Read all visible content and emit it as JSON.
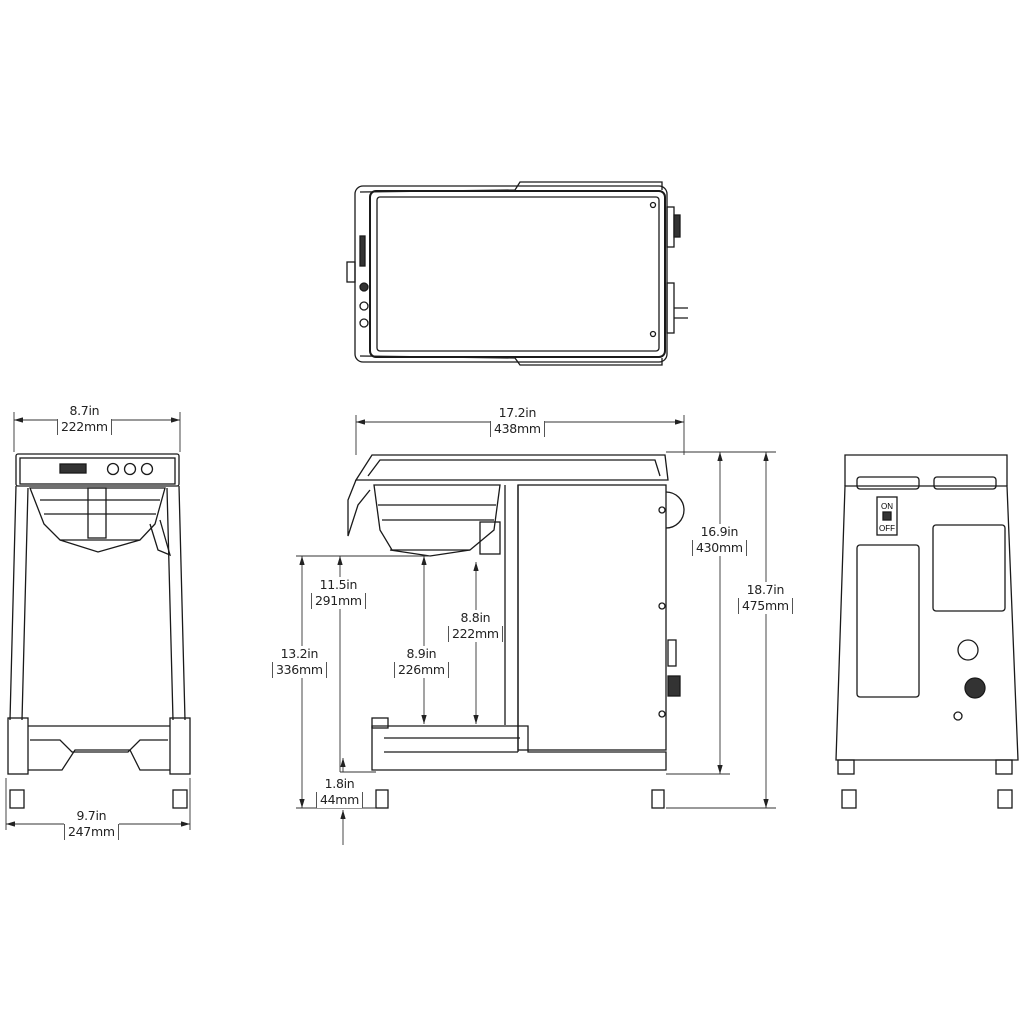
{
  "drawing": {
    "title": "Coffee brewer dimensional drawing",
    "views": [
      "top-view",
      "front-view",
      "side-view",
      "rear-view"
    ],
    "line_color": "#1a1a1a",
    "dimension_color": "#333333"
  },
  "dimensions": {
    "front_top_width": {
      "in": "8.7in",
      "mm": "222mm"
    },
    "front_base_width": {
      "in": "9.7in",
      "mm": "247mm"
    },
    "overall_depth": {
      "in": "17.2in",
      "mm": "438mm"
    },
    "funnel_clearance_from_floor": {
      "in": "11.5in",
      "mm": "291mm"
    },
    "overall_clearance_from_floor": {
      "in": "13.2in",
      "mm": "336mm"
    },
    "funnel_to_drip_tray": {
      "in": "8.9in",
      "mm": "226mm"
    },
    "faucet_to_drip_tray": {
      "in": "8.8in",
      "mm": "222mm"
    },
    "leg_height": {
      "in": "1.8in",
      "mm": "44mm"
    },
    "body_height": {
      "in": "16.9in",
      "mm": "430mm"
    },
    "overall_height": {
      "in": "18.7in",
      "mm": "475mm"
    }
  },
  "rear_panel": {
    "switch_on_label": "ON",
    "switch_off_label": "OFF"
  }
}
